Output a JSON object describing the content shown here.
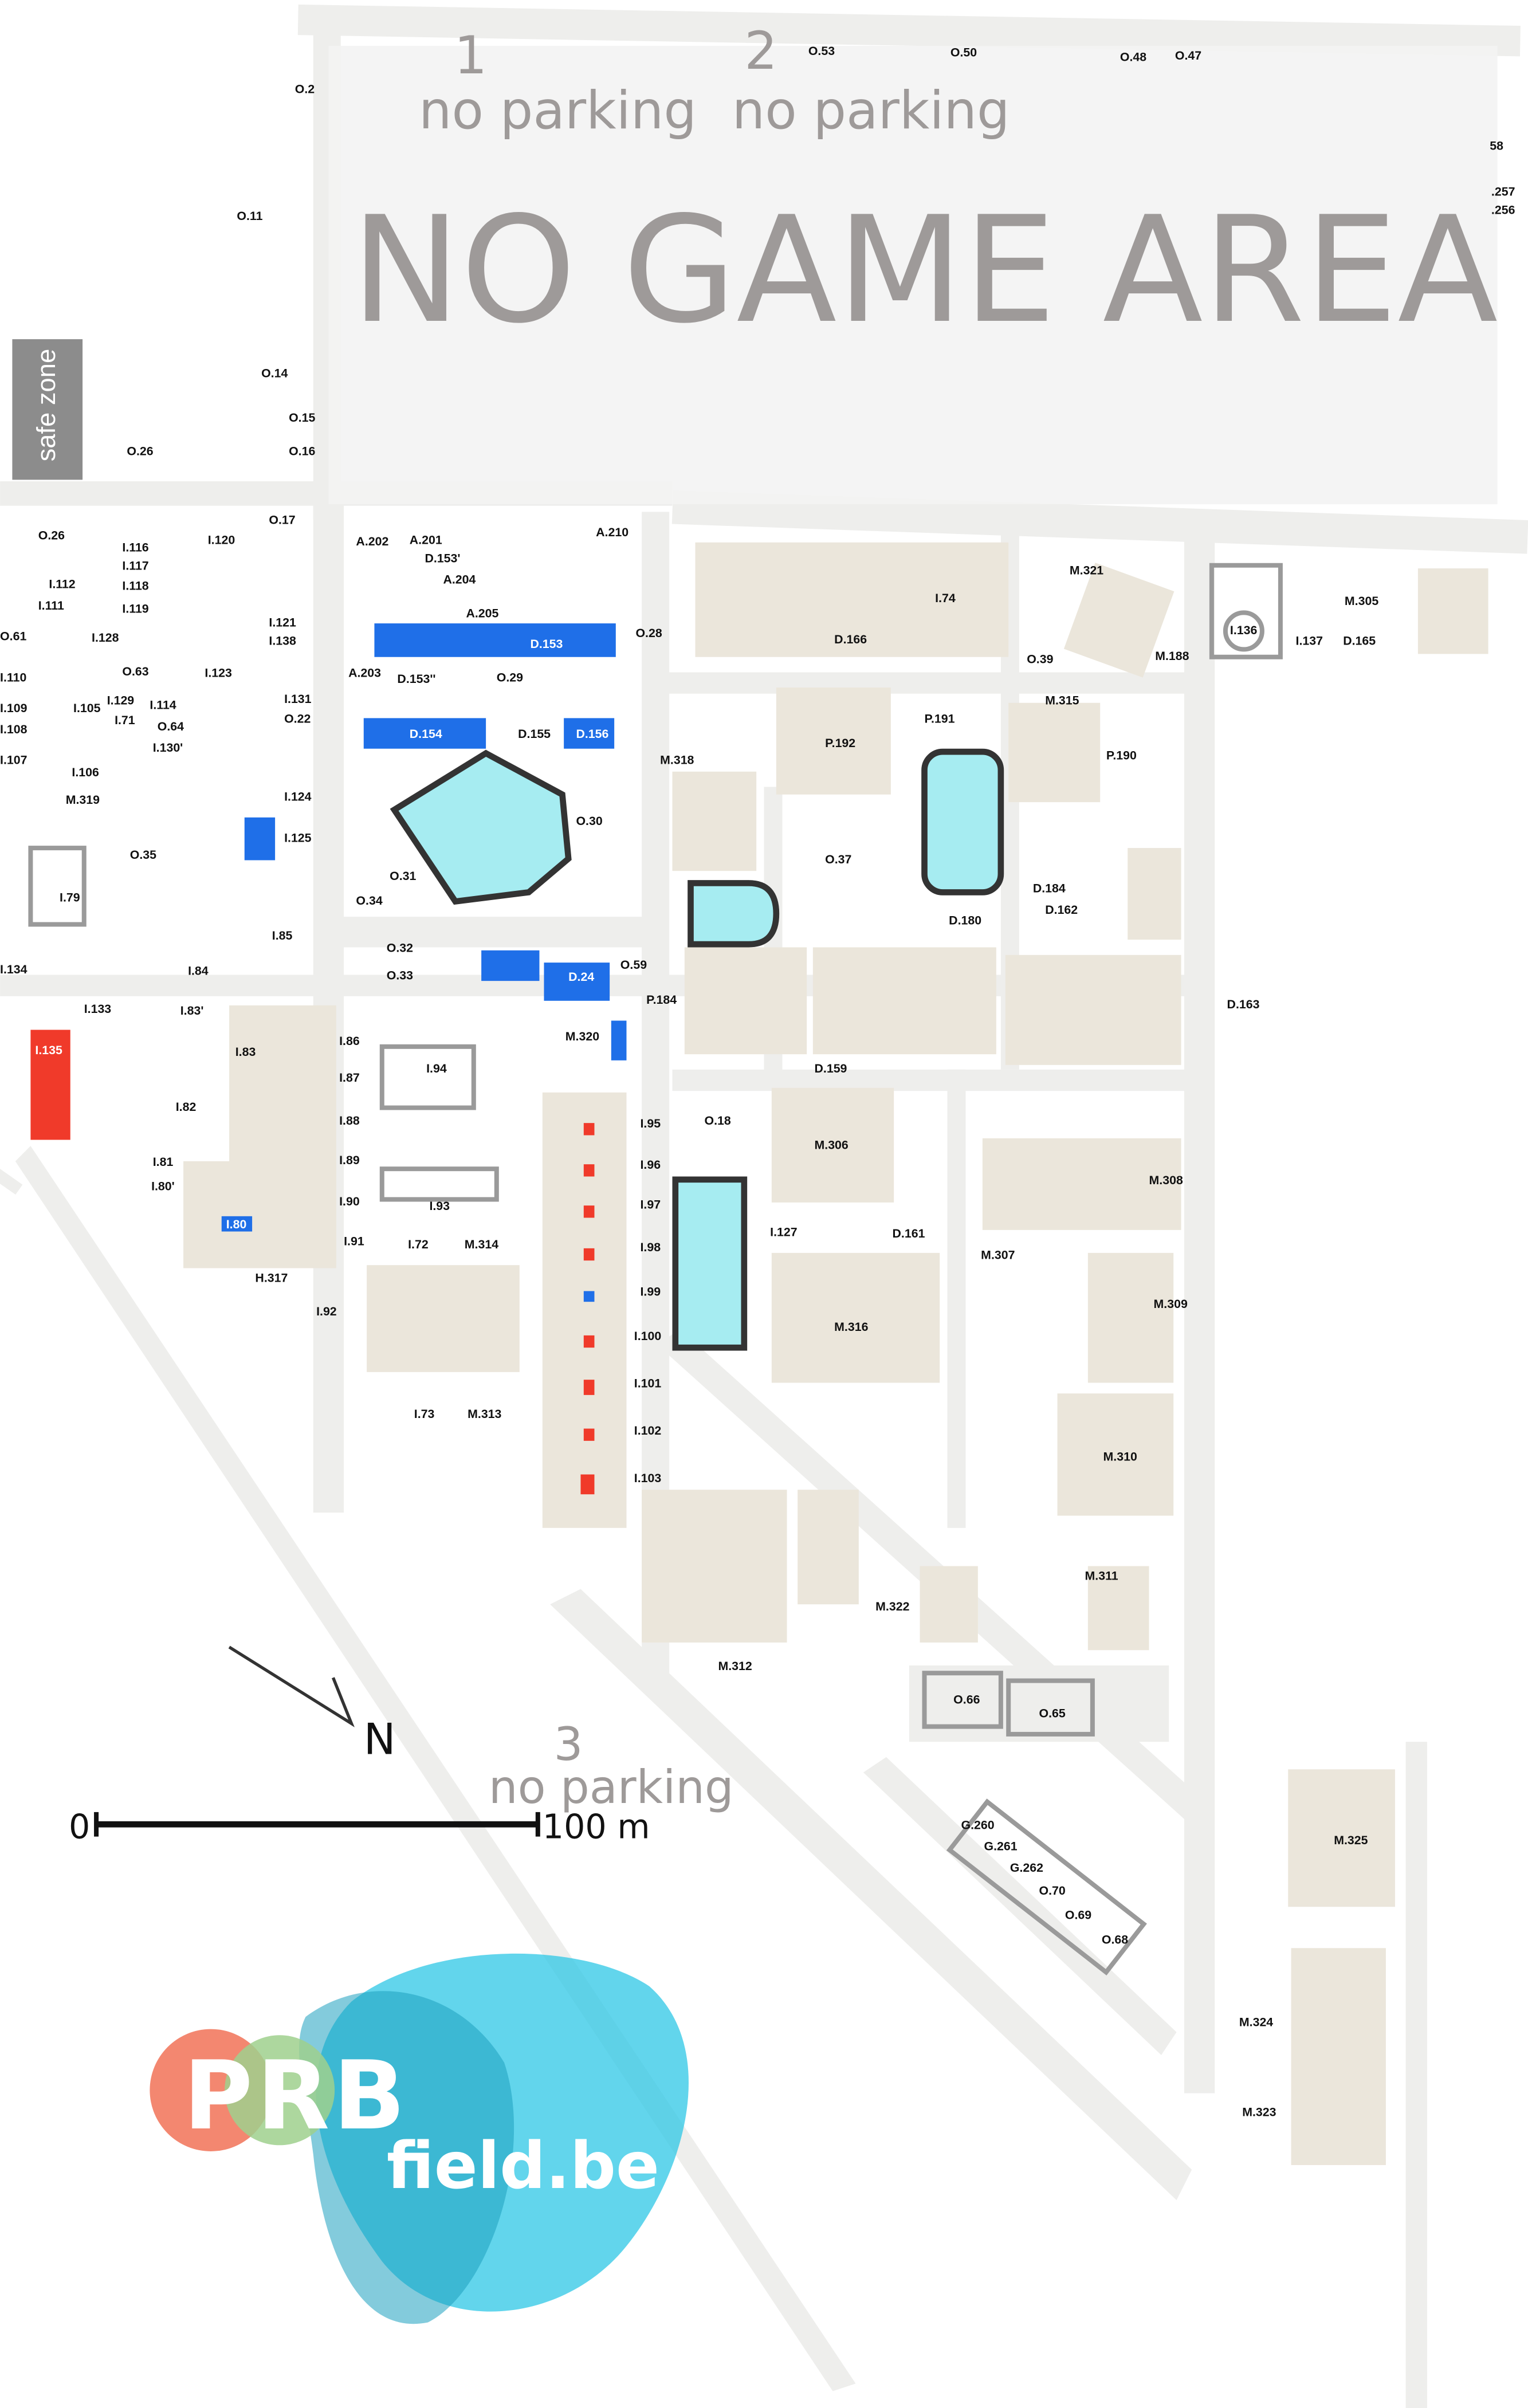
{
  "header": {
    "zone1_number": "1",
    "zone1_text": "no parking",
    "zone2_number": "2",
    "zone2_text": "no parking",
    "no_game_area": "NO GAME AREA",
    "safe_zone": "safe zone"
  },
  "parking3": {
    "number": "3",
    "text": "no parking"
  },
  "compass": {
    "label": "N"
  },
  "scale": {
    "start": "0",
    "end": "100 m"
  },
  "logo": {
    "letters": [
      "P",
      "R",
      "B"
    ],
    "domain": "field.be",
    "colors": [
      "#f27a60",
      "#9fd08d",
      "#2ec7e6"
    ]
  },
  "colors": {
    "building": "#ebe6db",
    "road": "#eeeeec",
    "water": "#a6ecf1",
    "blue": "#1f6fe8",
    "red": "#f03a2a"
  },
  "labels": {
    "o2": "O.2",
    "o11": "O.11",
    "o14": "O.14",
    "o15": "O.15",
    "o16": "O.16",
    "o17": "O.17",
    "o26a": "O.26",
    "o26b": "O.26",
    "o53": "O.53",
    "o50": "O.50",
    "o48": "O.48",
    "o47": "O.47",
    "n58": "58",
    "n257": ".257",
    "n256": ".256",
    "a202": "A.202",
    "a201": "A.201",
    "d153p": "D.153'",
    "a204": "A.204",
    "a205": "A.205",
    "a203": "A.203",
    "d153pp": "D.153''",
    "d153": "D.153",
    "a210": "A.210",
    "o28": "O.28",
    "d166": "D.166",
    "i74": "I.74",
    "o39": "O.39",
    "m321": "M.321",
    "m188": "M.188",
    "m305": "M.305",
    "i136": "I.136",
    "i137": "I.137",
    "d165": "D.165",
    "i116": "I.116",
    "i117": "I.117",
    "i118": "I.118",
    "i119": "I.119",
    "i120": "I.120",
    "i112": "I.112",
    "i111": "I.111",
    "i128": "I.128",
    "i121": "I.121",
    "i138": "I.138",
    "o61": "O.61",
    "i110": "I.110",
    "i109": "I.109",
    "i108": "I.108",
    "i107": "I.107",
    "i105": "I.105",
    "i129": "I.129",
    "i71": "I.71",
    "i106": "I.106",
    "o63": "O.63",
    "i123": "I.123",
    "i114": "I.114",
    "o64": "O.64",
    "i130p": "I.130'",
    "i131": "I.131",
    "o22": "O.22",
    "m319": "M.319",
    "i124": "I.124",
    "i125": "I.125",
    "o35": "O.35",
    "i79": "I.79",
    "o29": "O.29",
    "d154": "D.154",
    "d155": "D.155",
    "d156": "D.156",
    "o30": "O.30",
    "o31": "O.31",
    "o34": "O.34",
    "m318": "M.318",
    "p192": "P.192",
    "p191": "P.191",
    "m315": "M.315",
    "p190": "P.190",
    "o37": "O.37",
    "d184": "D.184",
    "d162": "D.162",
    "d180": "D.180",
    "d163": "D.163",
    "d159": "D.159",
    "p184": "P.184",
    "o59": "O.59",
    "i85": "I.85",
    "o32": "O.32",
    "o33": "O.33",
    "i84": "I.84",
    "i134": "I.134",
    "i133": "I.133",
    "i135": "I.135",
    "i83p": "I.83'",
    "i83": "I.83",
    "i86": "I.86",
    "i87": "I.87",
    "i82": "I.82",
    "i88": "I.88",
    "i81": "I.81",
    "i89": "I.89",
    "i80p": "I.80'",
    "i90": "I.90",
    "i80": "I.80",
    "i91": "I.91",
    "h317": "H.317",
    "i92": "I.92",
    "i94": "I.94",
    "m320": "M.320",
    "d24": "D.24",
    "o18": "O.18",
    "i93": "I.93",
    "i72": "I.72",
    "m314": "M.314",
    "i73": "I.73",
    "m313": "M.313",
    "i95": "I.95",
    "i96": "I.96",
    "i97": "I.97",
    "i98": "I.98",
    "i99": "I.99",
    "i100": "I.100",
    "i101": "I.101",
    "i102": "I.102",
    "i103": "I.103",
    "i127": "I.127",
    "m306": "M.306",
    "m308": "M.308",
    "m307": "M.307",
    "d161": "D.161",
    "m316": "M.316",
    "m309": "M.309",
    "m310": "M.310",
    "m311": "M.311",
    "m322": "M.322",
    "m312": "M.312",
    "o66": "O.66",
    "o65": "O.65",
    "g260": "G.260",
    "g261": "G.261",
    "g262": "G.262",
    "o70": "O.70",
    "o69": "O.69",
    "o68": "O.68",
    "m325": "M.325",
    "m324": "M.324",
    "m323": "M.323"
  }
}
